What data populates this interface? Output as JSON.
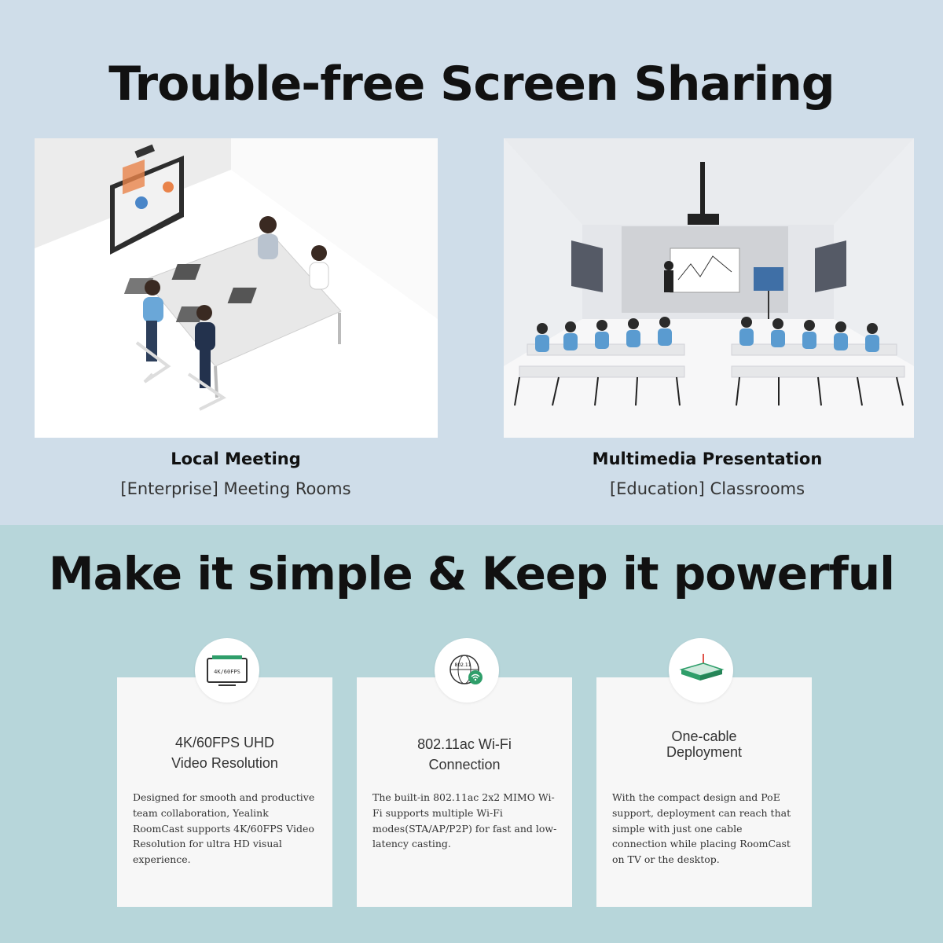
{
  "headline_top": "Trouble-free Screen Sharing",
  "headline_bottom": "Make it simple & Keep it powerful",
  "scenarios": [
    {
      "title": "Local Meeting",
      "subtitle": "[Enterprise] Meeting Rooms"
    },
    {
      "title": "Multimedia Presentation",
      "subtitle": "[Education] Classrooms"
    }
  ],
  "features": [
    {
      "icon": "4k-display-icon",
      "icon_label": "4K/60FPS",
      "title_line1": "4K/60FPS UHD",
      "title_line2": "Video Resolution",
      "description": "Designed for smooth and productive team collaboration, Yealink RoomCast supports 4K/60FPS Video Resolution for ultra HD visual experience."
    },
    {
      "icon": "wifi-globe-icon",
      "icon_label": "802.11",
      "title_line1": "802.11ac Wi-Fi",
      "title_line2": "Connection",
      "description": "The built-in 802.11ac 2x2 MIMO Wi-Fi supports multiple Wi-Fi modes(STA/AP/P2P) for fast and low-latency casting."
    },
    {
      "icon": "device-box-icon",
      "title_line1": "One-cable",
      "title_line2": "Deployment",
      "description": "With the compact design and PoE support, deployment can reach that simple with just one cable connection while placing RoomCast on TV or the desktop."
    }
  ],
  "colors": {
    "top_background": "#cfdde9",
    "bottom_background": "#b7d6da",
    "card_background": "#f7f7f7",
    "accent_green": "#2f9e6a",
    "people_blue": "#3f8fcf"
  }
}
